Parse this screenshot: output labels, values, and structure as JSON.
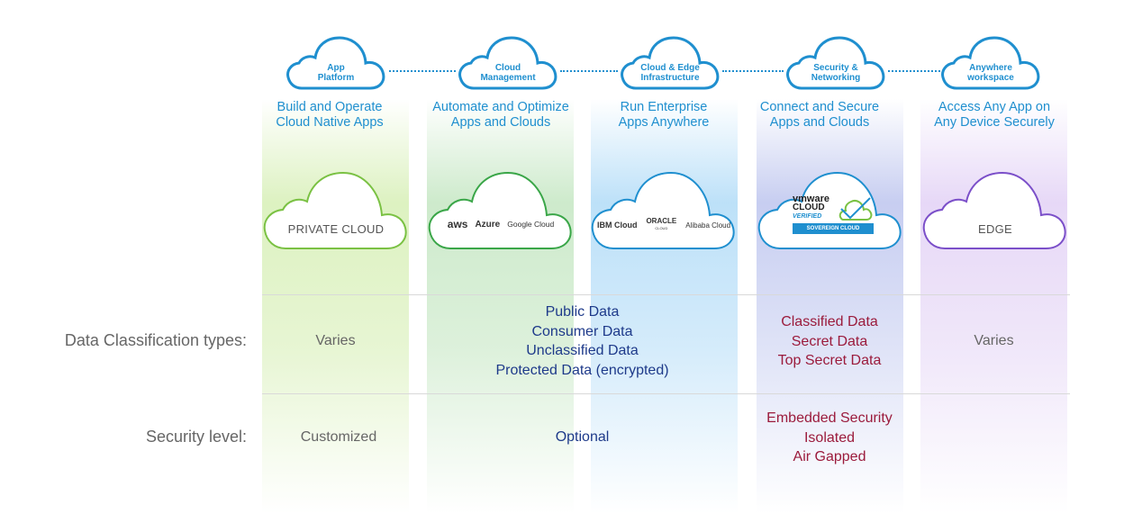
{
  "pillars": [
    {
      "cloud_label_line1": "App",
      "cloud_label_line2": "Platform",
      "subtitle_line1": "Build and Operate",
      "subtitle_line2": "Cloud Native Apps",
      "cloud_type": "PRIVATE CLOUD",
      "accent": "#7ac143"
    },
    {
      "cloud_label_line1": "Cloud",
      "cloud_label_line2": "Management",
      "subtitle_line1": "Automate and Optimize",
      "subtitle_line2": "Apps and Clouds",
      "cloud_type_logos": [
        "aws",
        "Azure",
        "Google Cloud"
      ],
      "accent": "#3aa648"
    },
    {
      "cloud_label_line1": "Cloud & Edge",
      "cloud_label_line2": "Infrastructure",
      "subtitle_line1": "Run Enterprise",
      "subtitle_line2": "Apps Anywhere",
      "cloud_type_logos": [
        "IBM Cloud",
        "ORACLE",
        "CLOUD",
        "Alibaba Cloud"
      ],
      "accent": "#1f8fcf"
    },
    {
      "cloud_label_line1": "Security &",
      "cloud_label_line2": "Networking",
      "subtitle_line1": "Connect and Secure",
      "subtitle_line2": "Apps and Clouds",
      "cloud_type_logos": [
        "vmware",
        "CLOUD",
        "VERIFIED",
        "SOVEREIGN CLOUD"
      ],
      "accent": "#1f8fcf"
    },
    {
      "cloud_label_line1": "Anywhere",
      "cloud_label_line2": "workspace",
      "subtitle_line1": "Access Any App on",
      "subtitle_line2": "Any Device Securely",
      "cloud_type": "EDGE",
      "accent": "#7b4fc9"
    }
  ],
  "rows": {
    "data_classification": {
      "label": "Data Classification types:",
      "col0": "Varies",
      "col12": [
        "Public Data",
        "Consumer Data",
        "Unclassified Data",
        "Protected Data (encrypted)"
      ],
      "col3": [
        "Classified Data",
        "Secret Data",
        "Top Secret Data"
      ],
      "col4": "Varies"
    },
    "security_level": {
      "label": "Security level:",
      "col0": "Customized",
      "col12": "Optional",
      "col3": [
        "Embedded Security",
        "Isolated",
        "Air Gapped"
      ],
      "col4": ""
    }
  },
  "colors": {
    "heading_blue": "#1f8fcf",
    "navy": "#1e3a8a",
    "maroon": "#9b1b3c",
    "gray": "#666666"
  }
}
